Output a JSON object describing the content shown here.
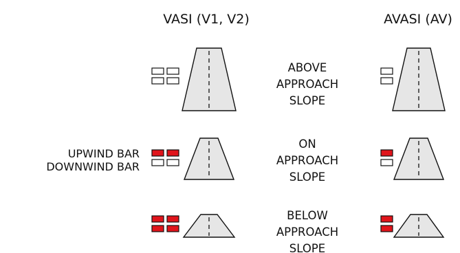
{
  "headers": {
    "vasi": "VASI (V1, V2)",
    "avasi": "AVASI (AV)"
  },
  "side_labels": {
    "upwind": "UPWIND BAR",
    "downwind": "DOWNWIND BAR"
  },
  "colors": {
    "red": "#e0141b",
    "white": "#ffffff"
  },
  "rows": [
    {
      "name": "above",
      "lines": [
        "ABOVE",
        "APPROACH",
        "SLOPE"
      ],
      "vasi": [
        [
          "white",
          "white"
        ],
        [
          "white",
          "white"
        ]
      ],
      "avasi": [
        "white",
        "white"
      ]
    },
    {
      "name": "on",
      "lines": [
        "ON",
        "APPROACH",
        "SLOPE"
      ],
      "vasi": [
        [
          "red",
          "red"
        ],
        [
          "white",
          "white"
        ]
      ],
      "avasi": [
        "red",
        "white"
      ]
    },
    {
      "name": "below",
      "lines": [
        "BELOW",
        "APPROACH",
        "SLOPE"
      ],
      "vasi": [
        [
          "red",
          "red"
        ],
        [
          "red",
          "red"
        ]
      ],
      "avasi": [
        "red",
        "red"
      ]
    }
  ]
}
